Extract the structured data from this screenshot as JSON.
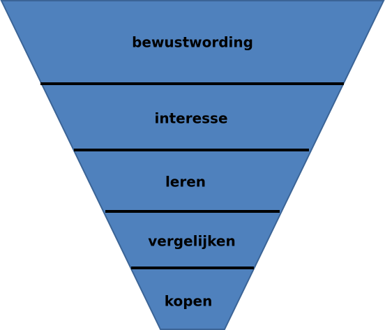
{
  "diagram": {
    "type": "funnel",
    "fill_color": "#4f81bd",
    "outline_color": "#3b6496",
    "divider_color": "#000000",
    "text_color": "#000000",
    "stages": [
      {
        "label": "bewustwording"
      },
      {
        "label": "interesse"
      },
      {
        "label": "leren"
      },
      {
        "label": "vergelijken"
      },
      {
        "label": "kopen"
      }
    ]
  }
}
